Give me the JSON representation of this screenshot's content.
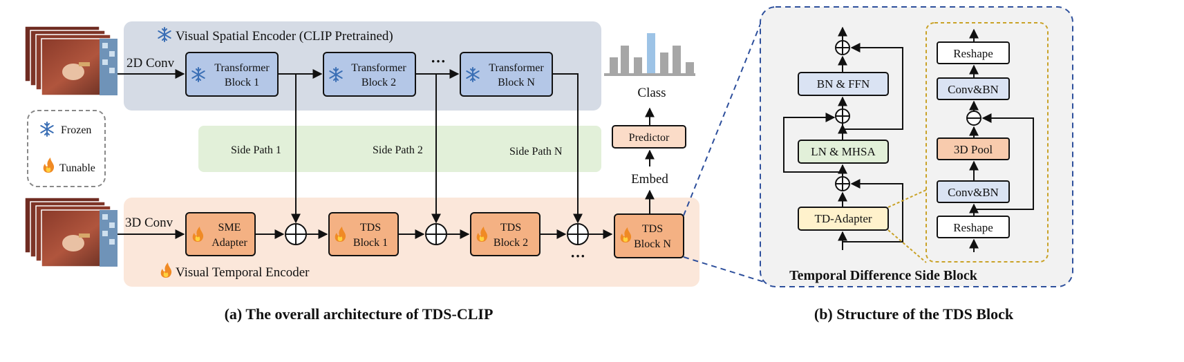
{
  "panel_a": {
    "spatial_encoder_label": "Visual Spatial Encoder (CLIP Pretrained)",
    "temporal_encoder_label": "Visual Temporal Encoder",
    "conv2d_label": "2D Conv",
    "conv3d_label": "3D Conv",
    "transformer_blocks": [
      {
        "line1": "Transformer",
        "line2": "Block 1"
      },
      {
        "line1": "Transformer",
        "line2": "Block 2"
      },
      {
        "line1": "Transformer",
        "line2": "Block N"
      }
    ],
    "ellipsis_top": "···",
    "ellipsis_bottom": "···",
    "side_paths": [
      "Side Path 1",
      "Side Path 2",
      "Side Path N"
    ],
    "sme_adapter": {
      "line1": "SME",
      "line2": "Adapter"
    },
    "tds_blocks": [
      {
        "line1": "TDS",
        "line2": "Block 1"
      },
      {
        "line1": "TDS",
        "line2": "Block 2"
      },
      {
        "line1": "TDS",
        "line2": "Block N"
      }
    ],
    "legend": {
      "frozen": "Frozen",
      "tunable": "Tunable"
    },
    "predictor": "Predictor",
    "embed": "Embed",
    "class_label": "Class",
    "caption": "(a) The overall architecture of TDS-CLIP"
  },
  "panel_b": {
    "left_column": [
      "BN & FFN",
      "LN & MHSA",
      "TD-Adapter"
    ],
    "right_column": [
      "Reshape",
      "Conv&BN",
      "3D Pool",
      "Conv&BN",
      "Reshape"
    ],
    "block_title": "Temporal Difference Side  Block",
    "caption": "(b) Structure of the TDS Block"
  },
  "colors": {
    "spatial_bg": "#d5dbe5",
    "temporal_bg": "#fbe7da",
    "sidepath_bg": "#e2f0d9",
    "transformer_fill": "#b4c7e7",
    "tds_fill": "#f4b183",
    "predictor_fill": "#fbdcc8",
    "bn_ffn_fill": "#dae3f3",
    "ln_mhsa_fill": "#e2f0d9",
    "td_adapter_fill": "#fff2cc",
    "pool_fill": "#f8cbad",
    "panel_b_border": "#2d4f9c",
    "inner_border": "#c9a227"
  }
}
